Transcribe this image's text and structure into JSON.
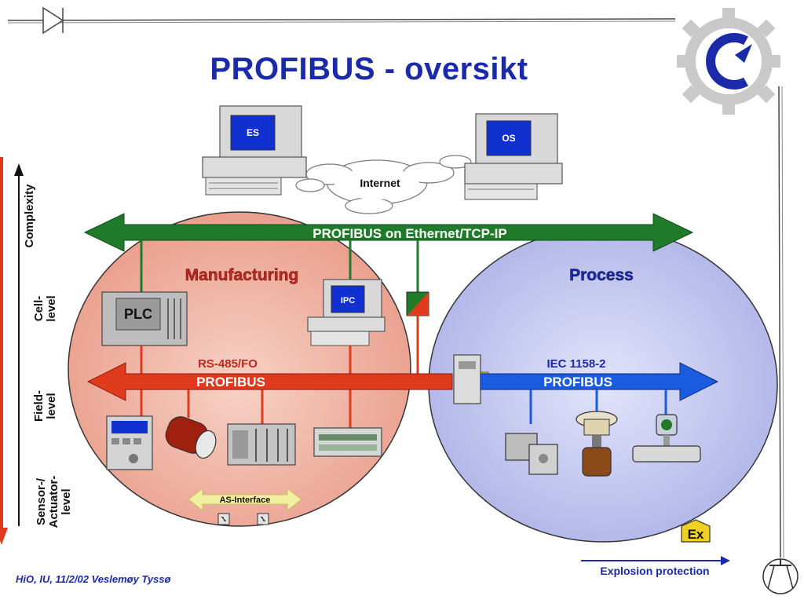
{
  "slide": {
    "title": "PROFIBUS - oversikt",
    "footer": "HiO, IU, 11/2/02 Veslemøy Tyssø"
  },
  "diagram": {
    "internet_label": "Internet",
    "es_label": "ES",
    "os_label": "OS",
    "ethernet_bus_label": "PROFIBUS on Ethernet/TCP-IP",
    "manufacturing_label": "Manufacturing",
    "process_label": "Process",
    "plc_label": "PLC",
    "ipc_label": "IPC",
    "rs485_label": "RS-485/FO",
    "profibus_left_label": "PROFIBUS",
    "iec_label": "IEC 1158-2",
    "profibus_right_label": "PROFIBUS",
    "as_interface_label": "AS-Interface",
    "complexity_label": "Complexity",
    "cell_level_label": "Cell-\nlevel",
    "field_level_label": "Field-\nlevel",
    "sensor_level_label": "Sensor-/\nActuator-\nlevel",
    "ex_label": "Ex",
    "explosion_label": "Explosion protection"
  },
  "colors": {
    "title_blue": "#1a2aa8",
    "ethernet_green": "#1f7a2a",
    "profibus_red": "#e03a1c",
    "profibus_blue": "#1a5ce0",
    "manufacturing_fill": "#f2b4a8",
    "process_fill": "#c9cdf0"
  }
}
